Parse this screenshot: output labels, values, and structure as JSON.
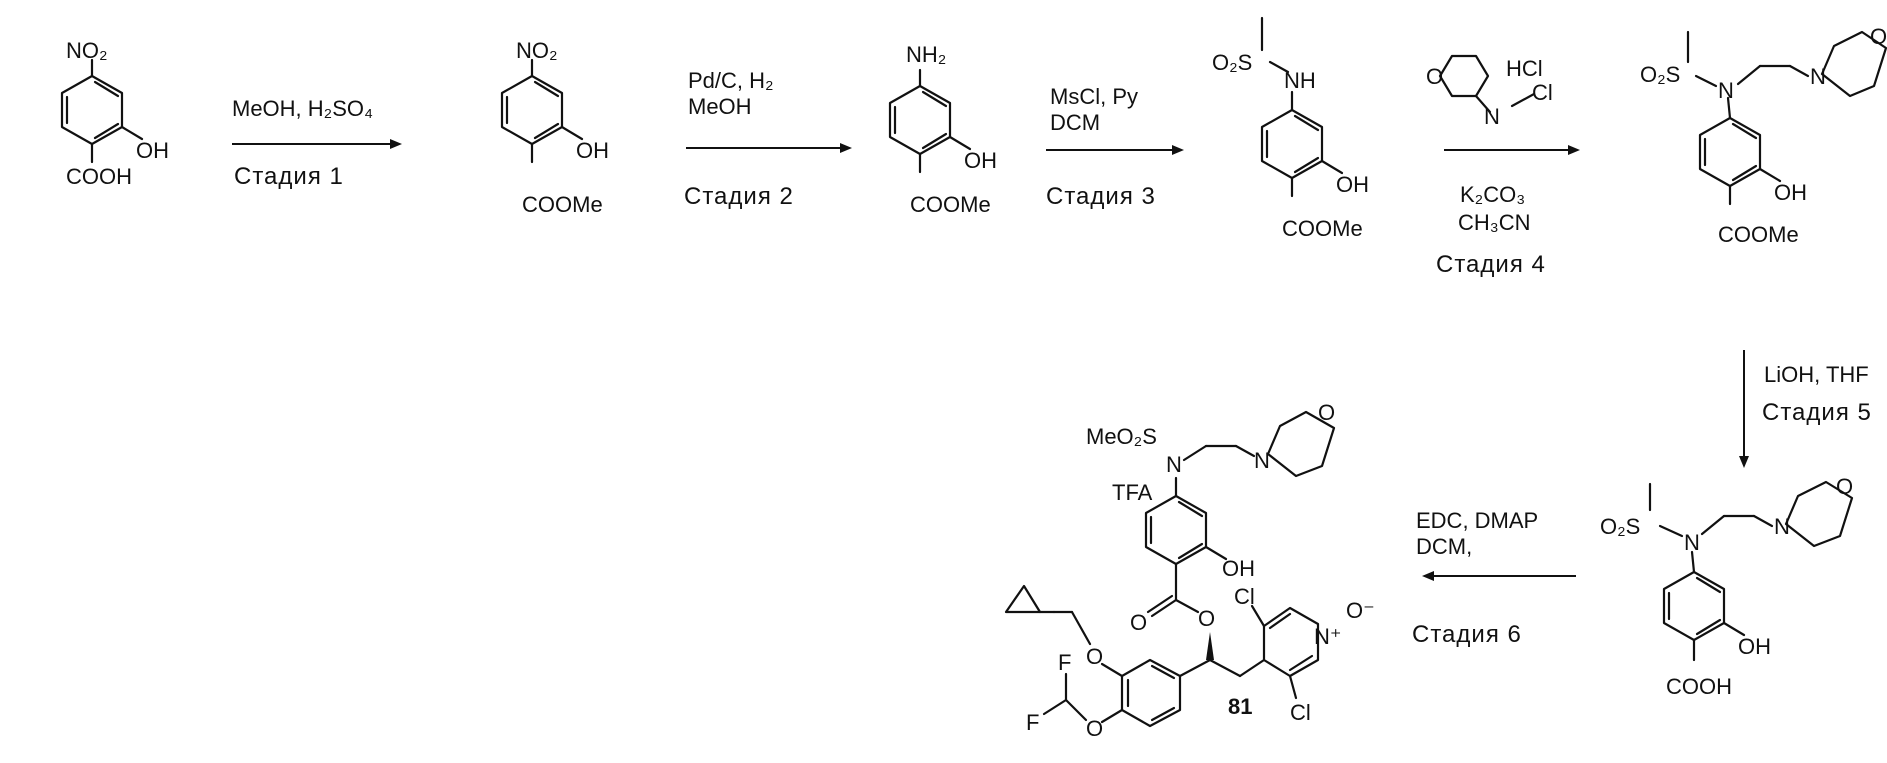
{
  "steps": [
    {
      "reagents": [
        "MeOH, H₂SO₄"
      ],
      "stage": "Стадия 1"
    },
    {
      "reagents": [
        "Pd/C, H₂",
        "MeOH"
      ],
      "stage": "Стадия 2"
    },
    {
      "reagents": [
        "MsCl, Py",
        "DCM"
      ],
      "stage": "Стадия 3"
    },
    {
      "reagents": [
        "HCl",
        "K₂CO₃",
        "CH₃CN"
      ],
      "stage": "Стадия 4"
    },
    {
      "reagents": [
        "LiOH, THF"
      ],
      "stage": "Стадия 5"
    },
    {
      "reagents": [
        "EDC, DMAP",
        "DCM,"
      ],
      "stage": "Стадия 6"
    }
  ],
  "labels": {
    "no2": "NO₂",
    "oh": "OH",
    "cooh": "COOH",
    "coome": "COOMe",
    "nh2": "NH₂",
    "nh": "NH",
    "o2s": "O₂S",
    "meo2s": "MeO₂S",
    "n": "N",
    "o": "O",
    "cl": "Cl",
    "f": "F",
    "n_plus": "N⁺",
    "o_minus": "O⁻",
    "tfa": "TFA"
  },
  "compound_number": "81"
}
